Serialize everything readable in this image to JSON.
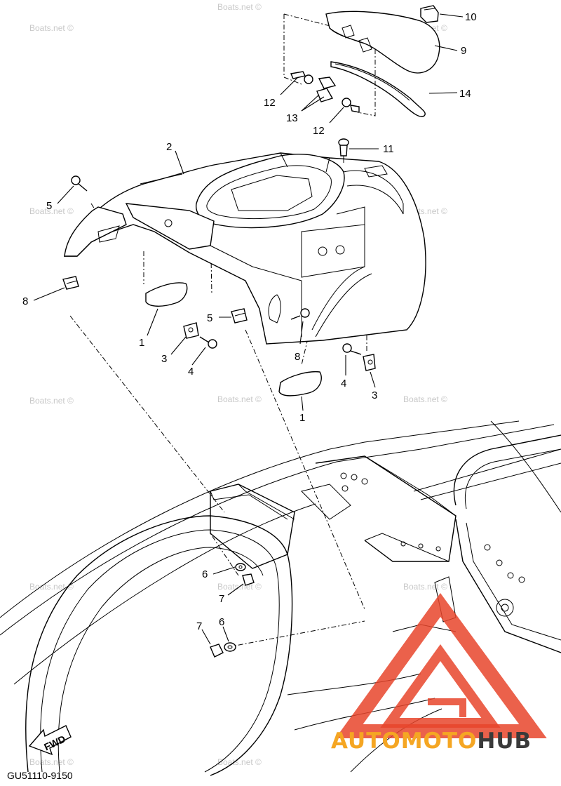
{
  "diagram_code": "GU51110-9150",
  "watermark_text": "Boats.net ©",
  "brand_logo": {
    "name_part1": "AUTOMOTO",
    "name_part2": "HUB",
    "color_part1": "#f5a623",
    "color_part2": "#3a3a3a",
    "mark_color": "#e8452c"
  },
  "direction_arrow_label": "FWD",
  "callouts": [
    "10",
    "9",
    "14",
    "12",
    "13",
    "12",
    "11",
    "2",
    "5",
    "8",
    "1",
    "3",
    "4",
    "5",
    "8",
    "4",
    "3",
    "1",
    "6",
    "7",
    "7",
    "6"
  ]
}
